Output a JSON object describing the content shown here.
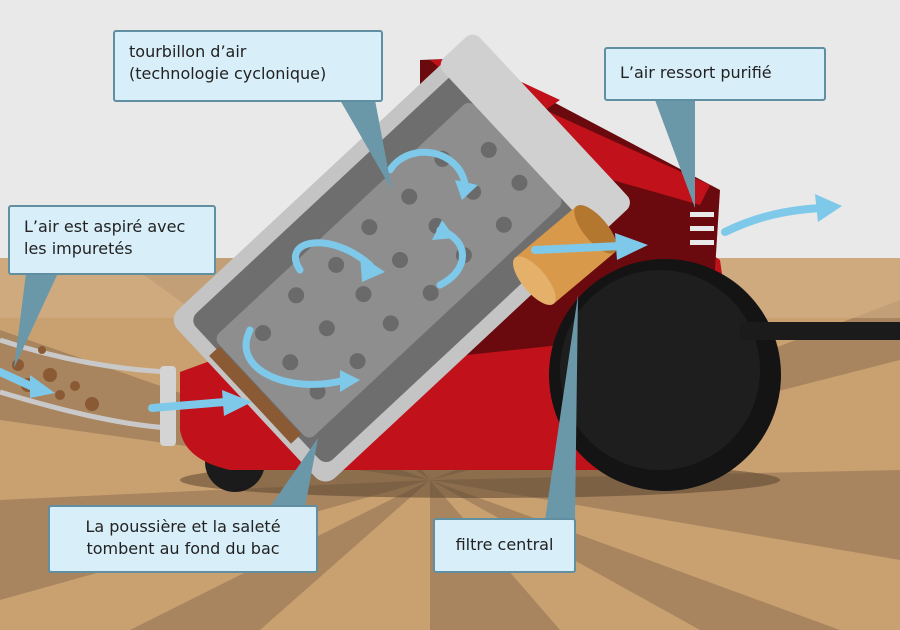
{
  "labels": {
    "cyclone": [
      "tourbillon d’air",
      "(technologie cyclonique)"
    ],
    "exhaust": "L’air ressort purifié",
    "intake": [
      "L’air est aspiré avec",
      "les impuretés"
    ],
    "dust": [
      "La poussière et la saleté",
      "tombent au fond du bac"
    ],
    "filter": "filtre central"
  },
  "colors": {
    "wall": "#e9e9e9",
    "floor": "#c9a171",
    "floor_stripe": "#a8845f",
    "body_red": "#c1121b",
    "body_dark": "#6a0a0e",
    "arrow": "#7ec9ea",
    "label_bg": "#d8eff9",
    "label_border": "#5f8fa1",
    "pointer": "#6b98a9"
  }
}
